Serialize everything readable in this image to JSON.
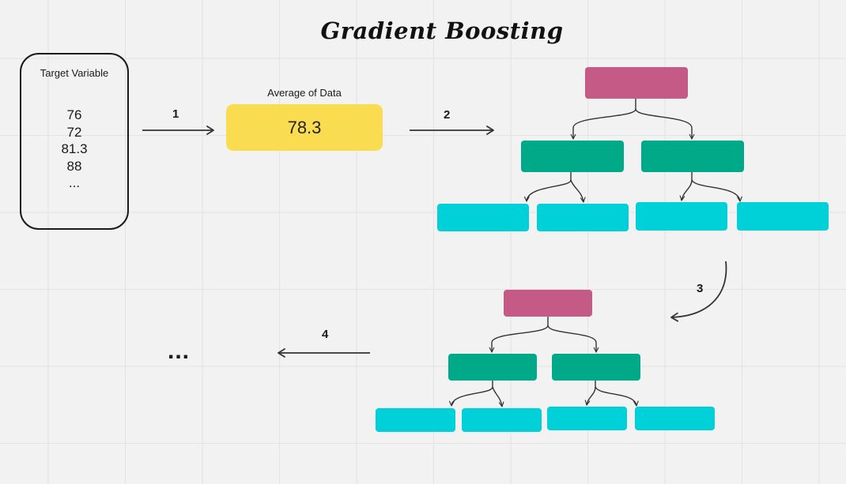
{
  "title": "Gradient Boosting",
  "target": {
    "label": "Target Variable",
    "values": [
      "76",
      "72",
      "81.3",
      "88",
      "..."
    ]
  },
  "average": {
    "label": "Average of Data",
    "value": "78.3"
  },
  "steps": [
    "1",
    "2",
    "3",
    "4"
  ],
  "continuation": "...",
  "colors": {
    "root_node": "#c55a86",
    "mid_node": "#00aa88",
    "leaf_node": "#00d0d8",
    "average_box": "#fadc50",
    "lines": "#333333"
  }
}
